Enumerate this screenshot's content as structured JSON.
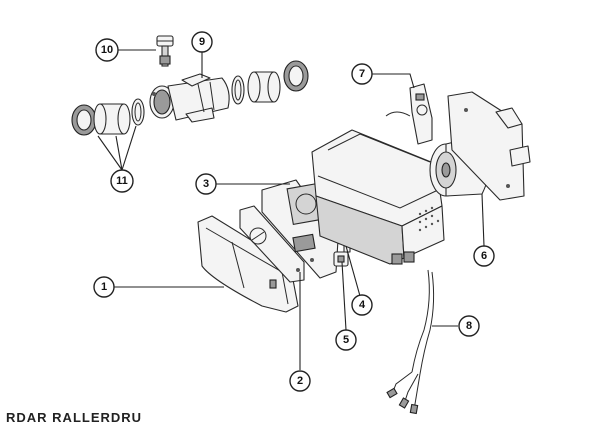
{
  "diagram": {
    "callouts": [
      {
        "id": "callout-1",
        "label": "1"
      },
      {
        "id": "callout-2",
        "label": "2"
      },
      {
        "id": "callout-3",
        "label": "3"
      },
      {
        "id": "callout-4",
        "label": "4"
      },
      {
        "id": "callout-5",
        "label": "5"
      },
      {
        "id": "callout-6",
        "label": "6"
      },
      {
        "id": "callout-7",
        "label": "7"
      },
      {
        "id": "callout-8",
        "label": "8"
      },
      {
        "id": "callout-9",
        "label": "9"
      },
      {
        "id": "callout-10",
        "label": "10"
      },
      {
        "id": "callout-11",
        "label": "11"
      }
    ],
    "footer_text": "RDAR RALLERDRU"
  }
}
